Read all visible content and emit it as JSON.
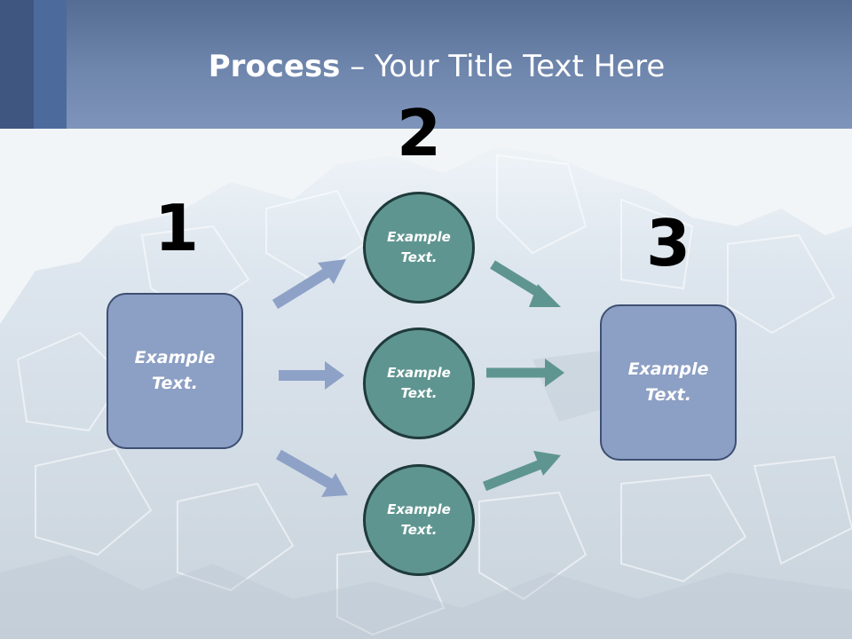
{
  "slide": {
    "title_bold": "Process",
    "title_rest": " – Your Title Text Here"
  },
  "steps": {
    "one": {
      "number": "1",
      "text": "Example Text."
    },
    "two": {
      "number": "2",
      "items": [
        {
          "text": "Example Text."
        },
        {
          "text": "Example Text."
        },
        {
          "text": "Example Text."
        }
      ]
    },
    "three": {
      "number": "3",
      "text": "Example Text."
    }
  },
  "colors": {
    "header": "#6f86ad",
    "box_fill": "#8c9fc4",
    "box_border": "#3e4f73",
    "circle_fill": "#5f9591",
    "circle_border": "#1f3a3a",
    "arrow_blue": "#8ea2c8",
    "arrow_teal": "#5f9591"
  }
}
